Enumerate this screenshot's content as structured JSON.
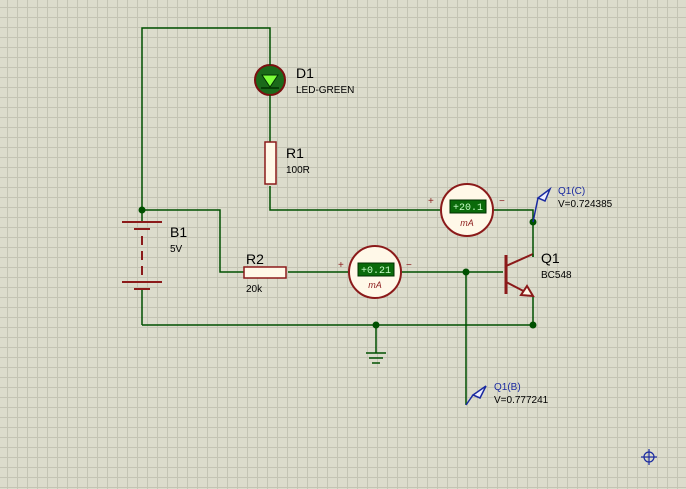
{
  "components": {
    "d1": {
      "ref": "D1",
      "value": "LED-GREEN"
    },
    "r1": {
      "ref": "R1",
      "value": "100R"
    },
    "b1": {
      "ref": "B1",
      "value": "5V"
    },
    "r2": {
      "ref": "R2",
      "value": "20k"
    },
    "q1": {
      "ref": "Q1",
      "value": "BC548"
    }
  },
  "meters": {
    "collector": {
      "reading": "+20.1",
      "unit": "mA",
      "plus": "+",
      "minus": "−"
    },
    "base": {
      "reading": "+0.21",
      "unit": "mA",
      "plus": "+",
      "minus": "−"
    }
  },
  "probes": {
    "q1c": {
      "name": "Q1(C)",
      "voltage": "V=0.724385"
    },
    "q1b": {
      "name": "Q1(B)",
      "voltage": "V=0.777241"
    }
  },
  "icons": {
    "origin_marker": "crosshair-icon",
    "probe": "voltage-probe-icon",
    "ground": "ground-icon"
  },
  "colors": {
    "wire": "#005000",
    "component": "#8b1a1a",
    "meter_body": "#fff8e8",
    "meter_display": "#0a6a0a",
    "probe": "#1a2aa0"
  }
}
